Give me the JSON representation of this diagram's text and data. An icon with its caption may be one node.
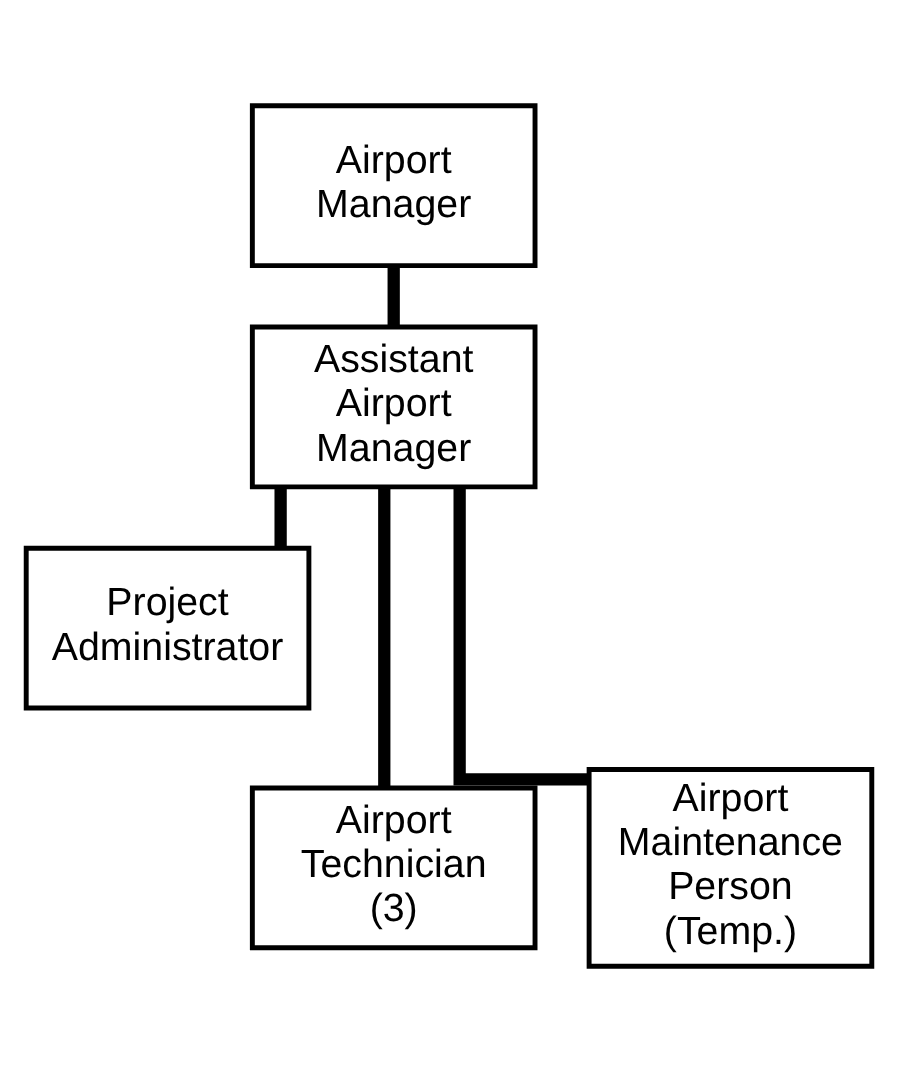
{
  "diagram": {
    "nodes": [
      {
        "text": [
          "Airport Manager"
        ]
      },
      {
        "text": [
          "Assistant Airport Manager"
        ]
      },
      {
        "text": [
          "Project Administrator"
        ]
      },
      {
        "text": [
          "Airport Technician (3)"
        ]
      },
      {
        "text": [
          "Airport Maintenance Person (Temp.)"
        ]
      }
    ],
    "edges": [
      {
        "from": 0,
        "to": 1,
        "arrow": "none"
      },
      {
        "from": 1,
        "to": 2,
        "arrow": "none"
      },
      {
        "from": 1,
        "to": 3,
        "arrow": "none"
      },
      {
        "from": 1,
        "to": 4,
        "arrow": "none"
      }
    ]
  }
}
